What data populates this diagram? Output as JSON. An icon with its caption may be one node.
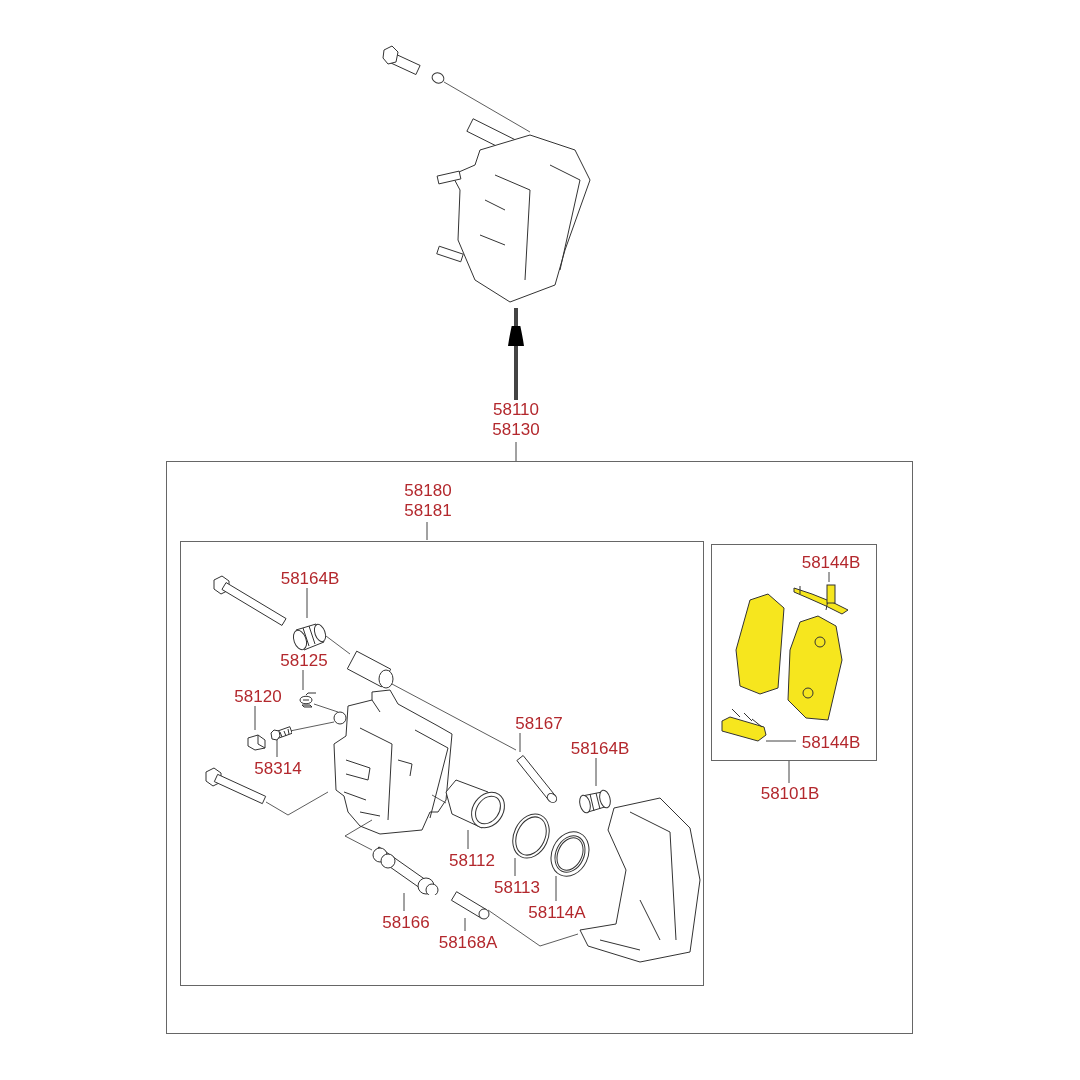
{
  "diagram": {
    "nodes": [
      {
        "text": [],
        "shape": "picture"
      },
      {
        "text": [
          "58110 58130"
        ]
      },
      {
        "text": [],
        "shape": "box"
      },
      {
        "text": [
          "58180 58181"
        ],
        "in": 2
      },
      {
        "text": [],
        "shape": "box",
        "in": 2
      },
      {
        "text": [],
        "shape": "box",
        "in": 2
      },
      {
        "text": [
          "58101B"
        ],
        "in": 2
      },
      {
        "text": [
          "58144B"
        ],
        "in": 5
      },
      {
        "text": [],
        "shape": "picture",
        "in": 5
      },
      {
        "text": [
          "58144B"
        ],
        "in": 5
      },
      {
        "text": [],
        "shape": "picture",
        "in": 5
      },
      {
        "text": [
          "58164B"
        ],
        "in": 4
      },
      {
        "text": [],
        "shape": "picture",
        "in": 4
      },
      {
        "text": [
          "58125"
        ],
        "in": 4
      },
      {
        "text": [],
        "shape": "picture",
        "in": 4
      },
      {
        "text": [
          "58120"
        ],
        "in": 4
      },
      {
        "text": [],
        "shape": "picture",
        "in": 4
      },
      {
        "text": [
          "58314"
        ],
        "in": 4
      },
      {
        "text": [],
        "shape": "picture",
        "in": 4
      },
      {
        "text": [
          "58167"
        ],
        "in": 4
      },
      {
        "text": [],
        "shape": "picture",
        "in": 4
      },
      {
        "text": [
          "58164B"
        ],
        "in": 4
      },
      {
        "text": [],
        "shape": "picture",
        "in": 4
      },
      {
        "text": [
          "58112"
        ],
        "in": 4
      },
      {
        "text": [],
        "shape": "picture",
        "in": 4
      },
      {
        "text": [
          "58113"
        ],
        "in": 4
      },
      {
        "text": [],
        "shape": "picture",
        "in": 4
      },
      {
        "text": [
          "58114A"
        ],
        "in": 4
      },
      {
        "text": [],
        "shape": "picture",
        "in": 4
      },
      {
        "text": [
          "58166"
        ],
        "in": 4
      },
      {
        "text": [],
        "shape": "picture",
        "in": 4
      },
      {
        "text": [
          "58168A"
        ],
        "in": 4
      },
      {
        "text": [],
        "shape": "picture",
        "in": 4
      }
    ],
    "edges": [
      {
        "from": 1,
        "to": 0,
        "arrow": "to",
        "style": "thick"
      },
      {
        "from": 1,
        "to": 2,
        "arrow": "none"
      },
      {
        "from": 3,
        "to": 4,
        "arrow": "none"
      },
      {
        "from": 6,
        "to": 5,
        "arrow": "none"
      },
      {
        "from": 7,
        "to": 8,
        "arrow": "none"
      },
      {
        "from": 9,
        "to": 10,
        "arrow": "none"
      },
      {
        "from": 11,
        "to": 12,
        "arrow": "none"
      },
      {
        "from": 13,
        "to": 14,
        "arrow": "none"
      },
      {
        "from": 15,
        "to": 16,
        "arrow": "none"
      },
      {
        "from": 17,
        "to": 18,
        "arrow": "none"
      },
      {
        "from": 19,
        "to": 20,
        "arrow": "none"
      },
      {
        "from": 21,
        "to": 22,
        "arrow": "none"
      },
      {
        "from": 23,
        "to": 24,
        "arrow": "none"
      },
      {
        "from": 25,
        "to": 26,
        "arrow": "none"
      },
      {
        "from": 27,
        "to": 28,
        "arrow": "none"
      },
      {
        "from": 29,
        "to": 30,
        "arrow": "none"
      },
      {
        "from": 31,
        "to": 32,
        "arrow": "none"
      }
    ]
  }
}
